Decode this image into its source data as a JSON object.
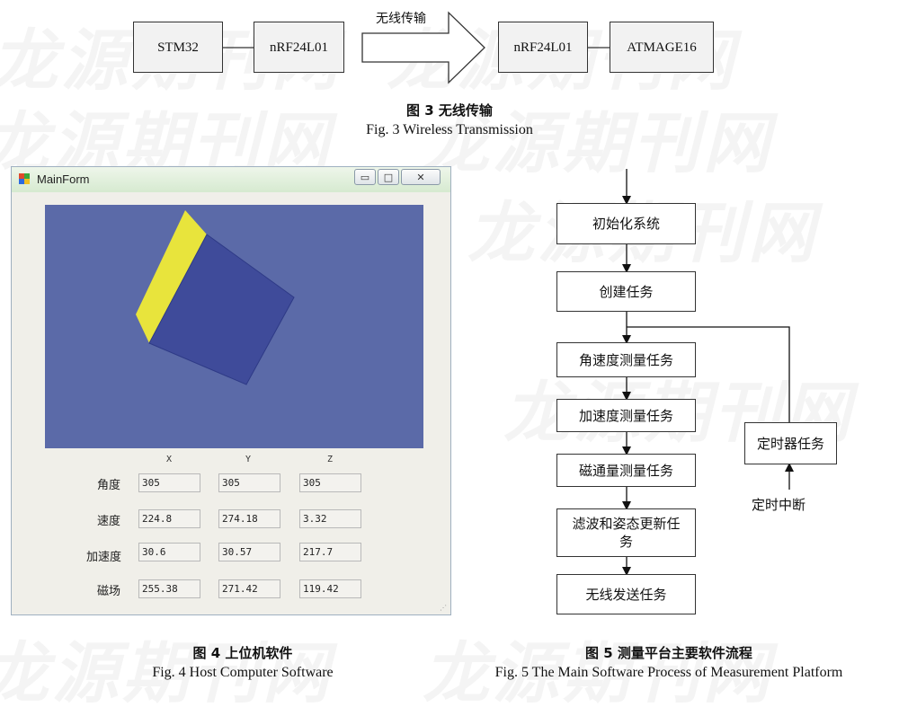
{
  "watermark": {
    "text": "龙源期刊网"
  },
  "fig3": {
    "blocks": [
      {
        "label": "STM32"
      },
      {
        "label": "nRF24L01"
      },
      {
        "label": "nRF24L01"
      },
      {
        "label": "ATMAGE16"
      }
    ],
    "arrow_label": "无线传输",
    "caption_cn": "图 3    无线传输",
    "caption_en": "Fig. 3 Wireless Transmission"
  },
  "fig4": {
    "window_title": "MainForm",
    "buttons": {
      "minimize": "▭",
      "maximize": "□",
      "close": "✕"
    },
    "axes": [
      "X",
      "Y",
      "Z"
    ],
    "rows": [
      {
        "label": "角度",
        "values": [
          "305",
          "305",
          "305"
        ]
      },
      {
        "label": "速度",
        "values": [
          "224.8",
          "274.18",
          "3.32"
        ]
      },
      {
        "label": "加速度",
        "values": [
          "30.6",
          "30.57",
          "217.7"
        ]
      },
      {
        "label": "磁场",
        "values": [
          "255.38",
          "271.42",
          "119.42"
        ]
      }
    ],
    "colors": {
      "viewport": "#5b6aa8",
      "cube_face": "#3f4b9a",
      "cube_side": "#e8e43c"
    },
    "caption_cn": "图 4    上位机软件",
    "caption_en": "Fig. 4 Host Computer Software"
  },
  "fig5": {
    "steps": [
      {
        "label": "初始化系统"
      },
      {
        "label": "创建任务"
      },
      {
        "label": "角速度测量任务"
      },
      {
        "label": "加速度测量任务"
      },
      {
        "label": "磁通量测量任务"
      },
      {
        "label": "滤波和姿态更新任务"
      },
      {
        "label": "无线发送任务"
      }
    ],
    "timer_task": "定时器任务",
    "timer_interrupt": "定时中断",
    "caption_cn": "图 5    测量平台主要软件流程",
    "caption_en": "Fig. 5 The Main Software Process of Measurement Platform"
  }
}
